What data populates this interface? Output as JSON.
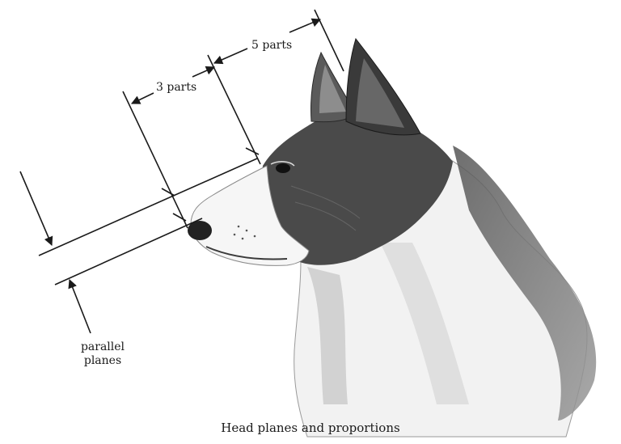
{
  "labels": {
    "five_parts": "5 parts",
    "three_parts": "3 parts",
    "parallel_line1": "parallel",
    "parallel_line2": "planes"
  },
  "caption": "Head planes and proportions",
  "colors": {
    "ink": "#1a1a1a",
    "fur_dark": "#3c3c3c",
    "fur_mid": "#8a8a8a",
    "fur_light": "#d8d8d8",
    "background": "#ffffff"
  }
}
